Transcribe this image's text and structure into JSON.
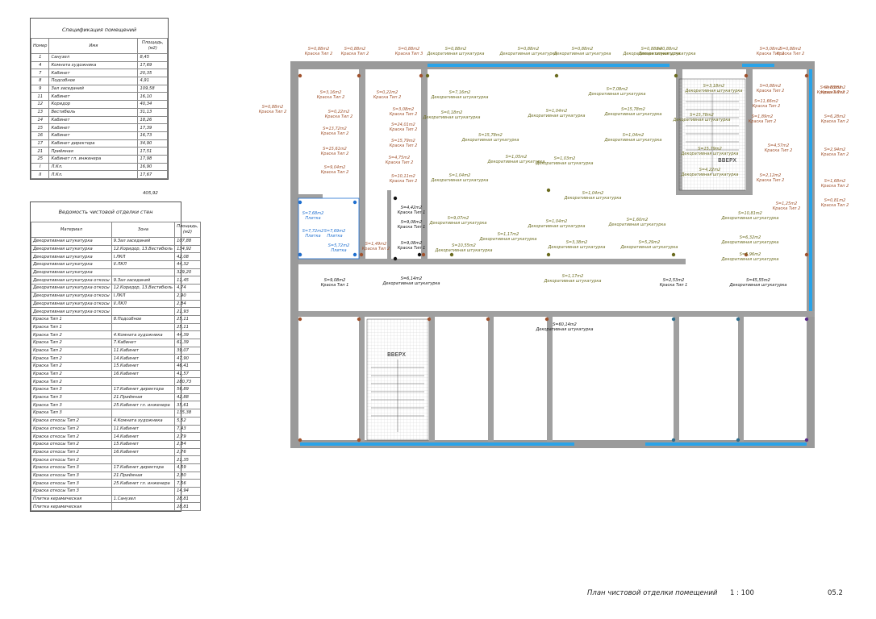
{
  "rooms_table": {
    "title": "Спецификация помещений",
    "headers": [
      "Номер",
      "Имя",
      "Площадь, (м2)"
    ],
    "rows": [
      [
        "1",
        "Санузел",
        "8,45"
      ],
      [
        "4",
        "Комната художника",
        "17,69"
      ],
      [
        "7",
        "Кабинет",
        "20,35"
      ],
      [
        "8",
        "Подсобное",
        "4,91"
      ],
      [
        "9",
        "Зал заседаний",
        "109,58"
      ],
      [
        "11",
        "Кабинет",
        "16,10"
      ],
      [
        "12",
        "Коридор",
        "40,34"
      ],
      [
        "13",
        "Вестибюль",
        "31,13"
      ],
      [
        "14",
        "Кабинет",
        "18,26"
      ],
      [
        "15",
        "Кабинет",
        "17,39"
      ],
      [
        "16",
        "Кабинет",
        "16,73"
      ],
      [
        "17",
        "Кабинет директора",
        "34,90"
      ],
      [
        "21",
        "Приёмная",
        "17,51"
      ],
      [
        "25",
        "Кабинет гл. инженера",
        "17,98"
      ],
      [
        "I",
        "Л.Кл.",
        "16,90"
      ],
      [
        "II",
        "Л.Кл.",
        "17,67"
      ]
    ],
    "total": "405,92"
  },
  "walls_table": {
    "title": "Ведомость чистовой отделки стен",
    "headers": [
      "Материал",
      "Зона",
      "Площадь, (м2)"
    ],
    "rows": [
      [
        "Декоративная штукатурка",
        "9.Зал заседаний",
        "107,88"
      ],
      [
        "Декоративная штукатурка",
        "12.Коридор, 13.Вестибюль",
        "134,92"
      ],
      [
        "Декоративная штукатурка",
        "I.ЛКЛ",
        "42,08"
      ],
      [
        "Декоративная штукатурка",
        "II.ЛКЛ",
        "44,32"
      ],
      [
        "Декоративная штукатурка",
        "",
        "329,20"
      ],
      [
        "Декоративная штукатурка откосы",
        "9.Зал заседаний",
        "11,45"
      ],
      [
        "Декоративная штукатурка откосы",
        "12.Коридор, 13.Вестибюль",
        "4,74"
      ],
      [
        "Декоративная штукатурка откосы",
        "I.ЛКЛ",
        "2,90"
      ],
      [
        "Декоративная штукатурка откосы",
        "II.ЛКЛ",
        "2,84"
      ],
      [
        "Декоративная штукатурка откосы",
        "",
        "21,93"
      ],
      [
        "Краска Тип 1",
        "8.Подсобное",
        "25,11"
      ],
      [
        "Краска Тип 1",
        "",
        "25,11"
      ],
      [
        "Краска Тип 2",
        "4.Комната художника",
        "44,39"
      ],
      [
        "Краска Тип 2",
        "7.Кабинет",
        "61,39"
      ],
      [
        "Краска Тип 2",
        "11.Кабинет",
        "39,07"
      ],
      [
        "Краска Тип 2",
        "14.Кабинет",
        "47,90"
      ],
      [
        "Краска Тип 2",
        "15.Кабинет",
        "46,41"
      ],
      [
        "Краска Тип 2",
        "16.Кабинет",
        "41,57"
      ],
      [
        "Краска Тип 2",
        "",
        "280,73"
      ],
      [
        "Краска Тип 3",
        "17.Кабинет директора",
        "56,89"
      ],
      [
        "Краска Тип 3",
        "21.Приёмная",
        "42,88"
      ],
      [
        "Краска Тип 3",
        "25.Кабинет гл. инженера",
        "35,61"
      ],
      [
        "Краска Тип 3",
        "",
        "135,38"
      ],
      [
        "Краска откосы Тип 2",
        "4.Комната художника",
        "5,52"
      ],
      [
        "Краска откосы Тип 2",
        "11.Кабинет",
        "7,43"
      ],
      [
        "Краска откосы Тип 2",
        "14.Кабинет",
        "2,79"
      ],
      [
        "Краска откосы Тип 2",
        "15.Кабинет",
        "2,84"
      ],
      [
        "Краска откосы Тип 2",
        "16.Кабинет",
        "2,76"
      ],
      [
        "Краска откосы Тип 2",
        "",
        "21,35"
      ],
      [
        "Краска откосы Тип 3",
        "17.Кабинет директора",
        "4,59"
      ],
      [
        "Краска откосы Тип 3",
        "21.Приёмная",
        "2,80"
      ],
      [
        "Краска откосы Тип 3",
        "25.Кабинет гл. инженера",
        "7,56"
      ],
      [
        "Краска откосы Тип 3",
        "",
        "14,94"
      ],
      [
        "Плитка керамическая",
        "1.Санузел",
        "28,81"
      ],
      [
        "Плитка керамическая",
        "",
        "28,81"
      ]
    ]
  },
  "footer": {
    "title": "План чистовой отделки помещений",
    "scale": "1 : 100",
    "sheet": "05.2"
  },
  "stair_labels": [
    "ВВЕРХ",
    "ВВЕРХ"
  ],
  "colors": {
    "paint2": "#a0522d",
    "paint3": "#2e6e8e",
    "plaster": "#6b6b1f",
    "tile": "#1e6fd0",
    "paint1": "#111111",
    "paint3b": "#5a2a8a",
    "wall": "#9a9a9a",
    "window": "#2aa3e8"
  },
  "annotations": [
    {
      "a": "S=0,88m2",
      "b": "Краска Тип 2",
      "t": "p2"
    },
    {
      "a": "S=0,88m2",
      "b": "Краска Тип 2",
      "t": "p2"
    },
    {
      "a": "S=0,88m2",
      "b": "Краска Тип 2",
      "t": "p2"
    },
    {
      "a": "S=0,88m2",
      "b": "Краска Тип 3",
      "t": "p2"
    },
    {
      "a": "S=0,88m2",
      "b": "Декоративная штукатурка",
      "t": "pl"
    },
    {
      "a": "S=0,88m2",
      "b": "Декоративная штукатурка",
      "t": "pl"
    },
    {
      "a": "S=0,88m2",
      "b": "Декоративная штукатурка",
      "t": "pl"
    },
    {
      "a": "S=0,88m2",
      "b": "Декоративная штукатурка",
      "t": "pl"
    },
    {
      "a": "S=0,88m2",
      "b": "Декоративная штукатурка",
      "t": "pl"
    },
    {
      "a": "S=3,08m2",
      "b": "Краска Тип 2",
      "t": "p2"
    },
    {
      "a": "S=0,88m2",
      "b": "Краска Тип 2",
      "t": "p2"
    },
    {
      "a": "S=0,88m2",
      "b": "Краска Тип 2",
      "t": "p2"
    },
    {
      "a": "S=3,16m2",
      "b": "Краска Тип 2",
      "t": "p2"
    },
    {
      "a": "S=0,22m2",
      "b": "Краска Тип 2",
      "t": "p2"
    },
    {
      "a": "S=13,72m2",
      "b": "Краска Тип 2",
      "t": "p2"
    },
    {
      "a": "S=15,61m2",
      "b": "Краска Тип 2",
      "t": "p2"
    },
    {
      "a": "S=9,04m2",
      "b": "Краска Тип 2",
      "t": "p2"
    },
    {
      "a": "S=0,22m2",
      "b": "Краска Тип 2",
      "t": "p2"
    },
    {
      "a": "S=3,08m2",
      "b": "Краска Тип 2",
      "t": "p2"
    },
    {
      "a": "S=24,01m2",
      "b": "Краска Тип 2",
      "t": "p2"
    },
    {
      "a": "S=15,79m2",
      "b": "Краска Тип 2",
      "t": "p2"
    },
    {
      "a": "S=4,75m2",
      "b": "Краска Тип 2",
      "t": "p2"
    },
    {
      "a": "S=10,11m2",
      "b": "Краска Тип 2",
      "t": "p2"
    },
    {
      "a": "S=7,16m2",
      "b": "Декоративная штукатурка",
      "t": "pl"
    },
    {
      "a": "S=0,18m2",
      "b": "Декоративная штукатурка",
      "t": "pl"
    },
    {
      "a": "S=15,78m2",
      "b": "Декоративная штукатурка",
      "t": "pl"
    },
    {
      "a": "S=1,04m2",
      "b": "Декоративная штукатурка",
      "t": "pl"
    },
    {
      "a": "S=7,08m2",
      "b": "Декоративная штукатурка",
      "t": "pl"
    },
    {
      "a": "S=15,78m2",
      "b": "Декоративная штукатурка",
      "t": "pl"
    },
    {
      "a": "S=1,04m2",
      "b": "Декоративная штукатурка",
      "t": "pl"
    },
    {
      "a": "S=1,05m2",
      "b": "Декоративная штукатурка",
      "t": "pl"
    },
    {
      "a": "S=1,03m2",
      "b": "Декоративная штукатурка",
      "t": "pl"
    },
    {
      "a": "S=1,04m2",
      "b": "Декоративная штукатурка",
      "t": "pl"
    },
    {
      "a": "S=1,04m2",
      "b": "Декоративная штукатурка",
      "t": "pl"
    },
    {
      "a": "S=9,07m2",
      "b": "Декоративная штукатурка",
      "t": "pl"
    },
    {
      "a": "S=1,04m2",
      "b": "Декоративная штукатурка",
      "t": "pl"
    },
    {
      "a": "S=1,60m2",
      "b": "Декоративная штукатурка",
      "t": "pl"
    },
    {
      "a": "S=1,17m2",
      "b": "Декоративная штукатурка",
      "t": "pl"
    },
    {
      "a": "S=10,55m2",
      "b": "Декоративная штукатурка",
      "t": "pl"
    },
    {
      "a": "S=3,38m2",
      "b": "Декоративная штукатурка",
      "t": "pl"
    },
    {
      "a": "S=5,29m2",
      "b": "Декоративная штукатурка",
      "t": "pl"
    },
    {
      "a": "S=1,17m2",
      "b": "Декоративная штукатурка",
      "t": "pl"
    },
    {
      "a": "S=3,18m2",
      "b": "Декоративная штукатурка",
      "t": "pl"
    },
    {
      "a": "S=15,78m2",
      "b": "Декоративная штукатурка",
      "t": "pl"
    },
    {
      "a": "S=15,79m2",
      "b": "Декоративная штукатурка",
      "t": "pl"
    },
    {
      "a": "S=4,22m2",
      "b": "Декоративная штукатурка",
      "t": "pl"
    },
    {
      "a": "S=0,88m2",
      "b": "Краска Тип 2",
      "t": "p2"
    },
    {
      "a": "S=11,66m2",
      "b": "Краска Тип 2",
      "t": "p2"
    },
    {
      "a": "S=1,89m2",
      "b": "Краска Тип 2",
      "t": "p2"
    },
    {
      "a": "S=4,57m2",
      "b": "Краска Тип 2",
      "t": "p2"
    },
    {
      "a": "S=2,12m2",
      "b": "Краска Тип 2",
      "t": "p2"
    },
    {
      "a": "S=1,25m2",
      "b": "Краска Тип 2",
      "t": "p2"
    },
    {
      "a": "S=0,88m2",
      "b": "Краска Тип 2",
      "t": "p2"
    },
    {
      "a": "S=6,28m2",
      "b": "Краска Тип 2",
      "t": "p2"
    },
    {
      "a": "S=2,94m2",
      "b": "Краска Тип 2",
      "t": "p2"
    },
    {
      "a": "S=1,68m2",
      "b": "Краска Тип 2",
      "t": "p2"
    },
    {
      "a": "S=0,81m2",
      "b": "Краска Тип 2",
      "t": "p2"
    },
    {
      "a": "S=10,81m2",
      "b": "Декоративная штукатурка",
      "t": "pl"
    },
    {
      "a": "S=6,32m2",
      "b": "Декоративная штукатурка",
      "t": "pl"
    },
    {
      "a": "S=5,96m2",
      "b": "Декоративная штукатурка",
      "t": "pl"
    },
    {
      "a": "S=7,68m2",
      "b": "Плитка",
      "t": "ti"
    },
    {
      "a": "S=7,72m2",
      "b": "Плитка",
      "t": "ti"
    },
    {
      "a": "S=7,69m2",
      "b": "Плитка",
      "t": "ti"
    },
    {
      "a": "S=5,72m2",
      "b": "Плитка",
      "t": "ti"
    },
    {
      "a": "S=1,49m2",
      "b": "Краска Тип 2",
      "t": "p2"
    },
    {
      "a": "S=4,42m2",
      "b": "Краска Тип 1",
      "t": "p1"
    },
    {
      "a": "S=9,08m2",
      "b": "Краска Тип 1",
      "t": "p1"
    },
    {
      "a": "S=9,08m2",
      "b": "Краска Тип 1",
      "t": "p1"
    },
    {
      "a": "S=9,08m2",
      "b": "Краска Тип 1",
      "t": "p1"
    },
    {
      "a": "S=6,14m2",
      "b": "Декоративная штукатурка",
      "t": "p1"
    },
    {
      "a": "S=2,53m2",
      "b": "Краска Тип 1",
      "t": "p1"
    },
    {
      "a": "S=45,55m2",
      "b": "Декоративная штукатурка",
      "t": "p1"
    },
    {
      "a": "S=60,14m2",
      "b": "Декоративная штукатурка",
      "t": "p1"
    }
  ]
}
